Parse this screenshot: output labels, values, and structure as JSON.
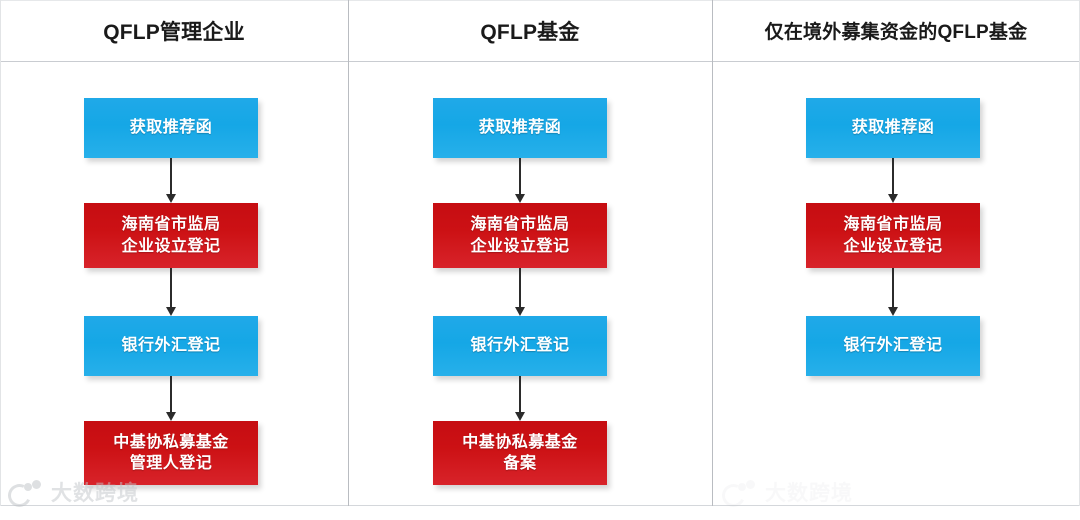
{
  "diagram": {
    "type": "flowchart",
    "title_bar": {
      "columns": [
        {
          "id": "qflp-management-enterprise",
          "label": "QFLP管理企业"
        },
        {
          "id": "qflp-fund",
          "label": "QFLP基金"
        },
        {
          "id": "qflp-fund-offshore-only",
          "label": "仅在境外募集资金的QFLP基金"
        }
      ]
    },
    "colors": {
      "blue": "#1CA9E6",
      "red": "#CC1114",
      "divider": "#B9BCC1",
      "header_text": "#1A1A1A",
      "node_text": "#FFFFFF",
      "arrow": "#2B2B2B",
      "watermark": "#C2C6CA"
    },
    "columns": [
      {
        "header": "QFLP管理企业",
        "nodes": [
          {
            "color": "blue",
            "lines": [
              "获取推荐函"
            ]
          },
          {
            "color": "red",
            "lines": [
              "海南省市监局",
              "企业设立登记"
            ]
          },
          {
            "color": "blue",
            "lines": [
              "银行外汇登记"
            ]
          },
          {
            "color": "red",
            "lines": [
              "中基协私募基金",
              "管理人登记"
            ]
          }
        ],
        "arrows": 3
      },
      {
        "header": "QFLP基金",
        "nodes": [
          {
            "color": "blue",
            "lines": [
              "获取推荐函"
            ]
          },
          {
            "color": "red",
            "lines": [
              "海南省市监局",
              "企业设立登记"
            ]
          },
          {
            "color": "blue",
            "lines": [
              "银行外汇登记"
            ]
          },
          {
            "color": "red",
            "lines": [
              "中基协私募基金",
              "备案"
            ]
          }
        ],
        "arrows": 3
      },
      {
        "header": "仅在境外募集资金的QFLP基金",
        "nodes": [
          {
            "color": "blue",
            "lines": [
              "获取推荐函"
            ]
          },
          {
            "color": "red",
            "lines": [
              "海南省市监局",
              "企业设立登记"
            ]
          },
          {
            "color": "blue",
            "lines": [
              "银行外汇登记"
            ]
          }
        ],
        "arrows": 2
      }
    ]
  },
  "watermark": {
    "text": "大数跨境",
    "logo_icon": "dashu-cross-border-logo-icon"
  }
}
